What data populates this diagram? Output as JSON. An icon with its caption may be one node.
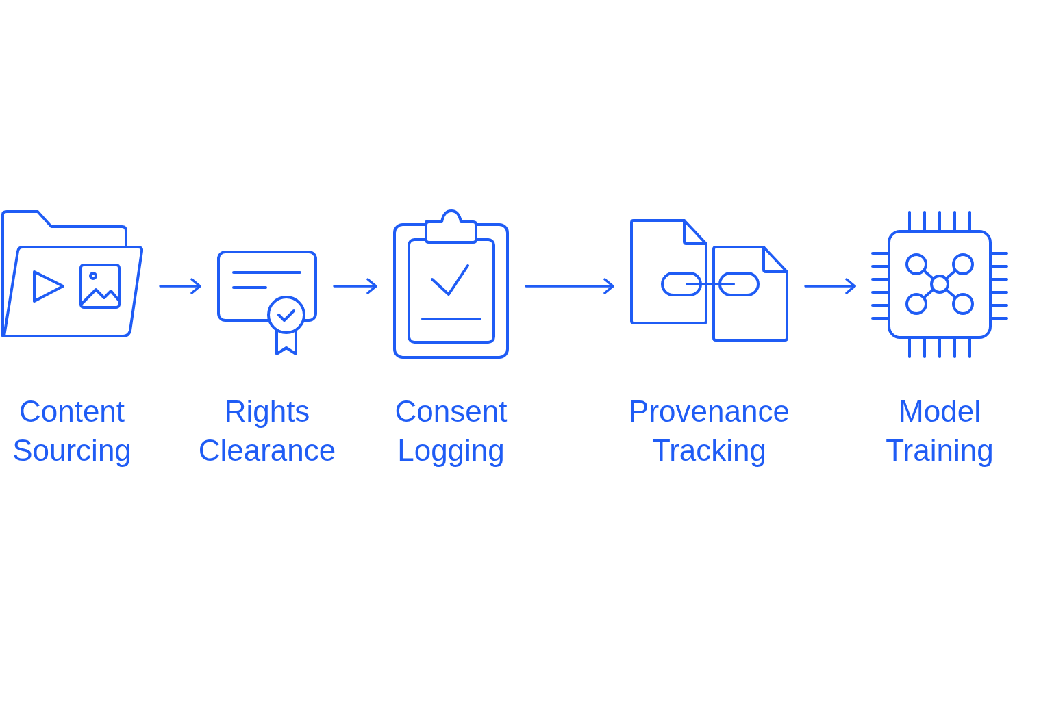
{
  "diagram": {
    "nodes": [
      {
        "text": [],
        "shape": "picture",
        "beside": [
          "Content Sourcing"
        ]
      },
      {
        "text": [],
        "shape": "picture",
        "beside": [
          "Rights Clearance"
        ]
      },
      {
        "text": [],
        "shape": "picture",
        "beside": [
          "Consent Logging"
        ]
      },
      {
        "text": [],
        "shape": "picture",
        "beside": [
          "Provenance Tracking"
        ]
      },
      {
        "text": [],
        "shape": "picture",
        "beside": [
          "Model Training"
        ]
      }
    ],
    "edges": [
      {
        "from": 0,
        "to": 1,
        "arrow": "to"
      },
      {
        "from": 1,
        "to": 2,
        "arrow": "to"
      },
      {
        "from": 2,
        "to": 3,
        "arrow": "to"
      },
      {
        "from": 3,
        "to": 4,
        "arrow": "to"
      }
    ]
  }
}
